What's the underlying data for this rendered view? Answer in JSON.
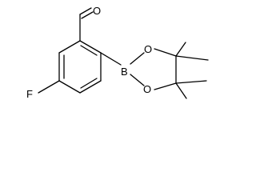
{
  "molecule": {
    "atoms": {
      "fluorine": "F",
      "aldehyde_oxygen": "O",
      "boron": "B",
      "ring_oxygen_upper": "O",
      "ring_oxygen_lower": "O"
    },
    "colors": {
      "line": "#000000",
      "background": "#ffffff"
    }
  }
}
